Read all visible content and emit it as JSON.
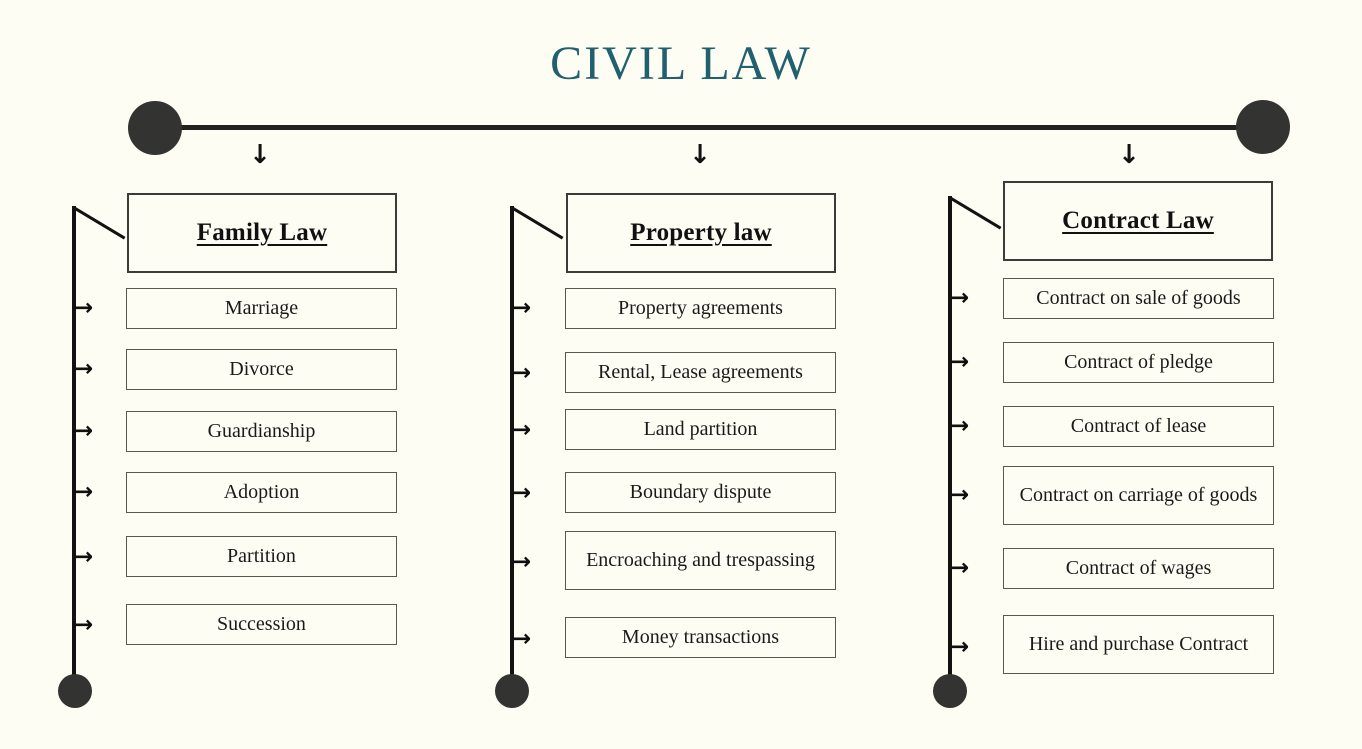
{
  "page": {
    "title": "CIVIL LAW",
    "background_color": "#FDFDF4",
    "title_color": "#21606F",
    "line_color": "#23211F"
  },
  "icons": {
    "down_arrow": "↓",
    "right_arrow": "→"
  },
  "columns": [
    {
      "heading": "Family Law",
      "items": [
        "Marriage",
        "Divorce",
        "Guardianship",
        "Adoption",
        "Partition",
        "Succession"
      ]
    },
    {
      "heading": "Property law",
      "items": [
        "Property agreements",
        "Rental, Lease agreements",
        "Land partition",
        "Boundary dispute",
        "Encroaching and trespassing",
        "Money transactions"
      ]
    },
    {
      "heading": "Contract Law",
      "items": [
        "Contract on sale of goods",
        "Contract of pledge",
        "Contract of lease",
        "Contract on carriage of goods",
        "Contract of wages",
        "Hire and purchase Contract"
      ]
    }
  ]
}
